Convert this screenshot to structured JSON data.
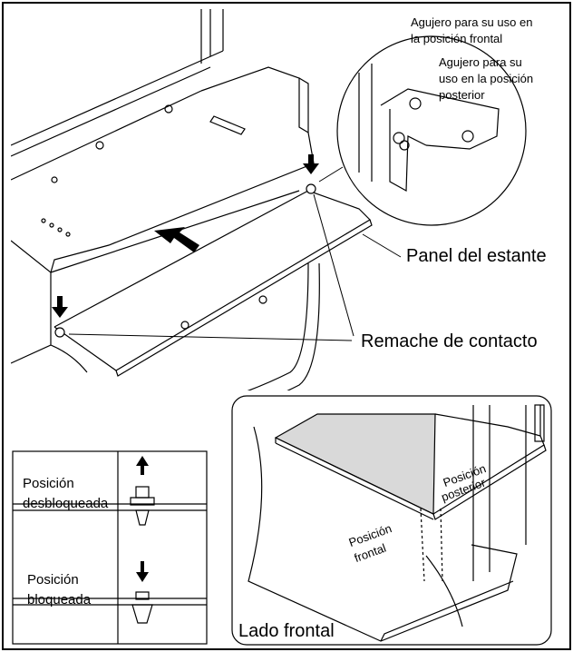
{
  "labels": {
    "hole_front_line1": "Agujero para su uso en",
    "hole_front_line2": "la posición frontal",
    "hole_rear_line1": "Agujero para su",
    "hole_rear_line2": "uso en la posición",
    "hole_rear_line3": "posterior",
    "shelf_panel": "Panel del estante",
    "contact_rivet": "Remache de contacto",
    "unlocked_line1": "Posición",
    "unlocked_line2": "desbloqueada",
    "locked_line1": "Posición",
    "locked_line2": "bloqueada",
    "front_side": "Lado frontal",
    "rot_rear_line1": "Posición",
    "rot_rear_line2": "posterior",
    "rot_front_line1": "Posición",
    "rot_front_line2": "frontal"
  }
}
